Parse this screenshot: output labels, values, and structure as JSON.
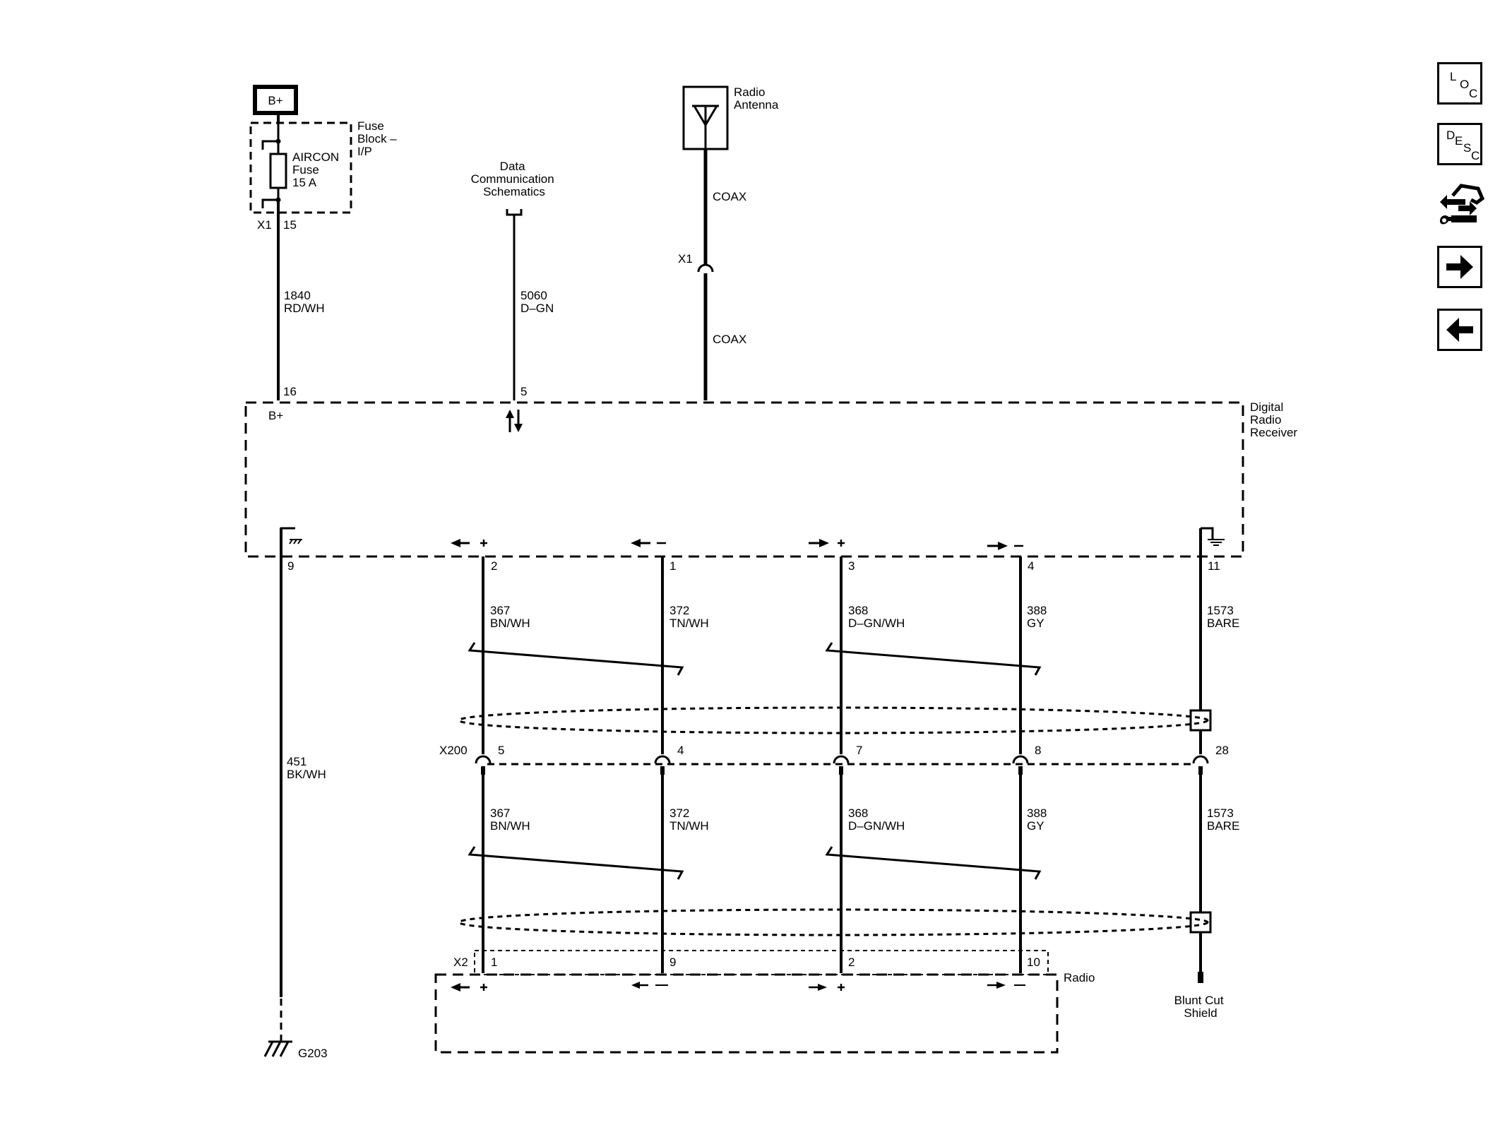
{
  "power": {
    "bplus_box": "B+",
    "fuse_block_label": [
      "Fuse",
      "Block –",
      "I/P"
    ],
    "fuse_label": [
      "AIRCON",
      "Fuse",
      "15 A"
    ],
    "connector": "X1",
    "pin_out": "15",
    "wire_number": "1840",
    "wire_color": "RD/WH",
    "pin_in": "16",
    "pin_function": "B+"
  },
  "data_comm": {
    "label": [
      "Data",
      "Communication",
      "Schematics"
    ],
    "wire_number": "5060",
    "wire_color": "D–GN",
    "pin": "5"
  },
  "antenna": {
    "label": [
      "Radio",
      "Antenna"
    ],
    "coax_upper": "COAX",
    "connector": "X1",
    "coax_lower": "COAX"
  },
  "receiver": {
    "label": [
      "Digital",
      "Radio",
      "Receiver"
    ]
  },
  "ground": {
    "pin": "9",
    "wire_number": "451",
    "wire_color": "BK/WH",
    "ground_id": "G203"
  },
  "signals": [
    {
      "top_pin": "2",
      "wire_number": "367",
      "wire_color": "BN/WH",
      "x200_pin": "5",
      "bottom_pin": "1",
      "polarity": "+"
    },
    {
      "top_pin": "1",
      "wire_number": "372",
      "wire_color": "TN/WH",
      "x200_pin": "4",
      "bottom_pin": "9",
      "polarity": "–"
    },
    {
      "top_pin": "3",
      "wire_number": "368",
      "wire_color": "D–GN/WH",
      "x200_pin": "7",
      "bottom_pin": "2",
      "polarity": "+"
    },
    {
      "top_pin": "4",
      "wire_number": "388",
      "wire_color": "GY",
      "x200_pin": "8",
      "bottom_pin": "10",
      "polarity": "–"
    }
  ],
  "shield": {
    "top_pin": "11",
    "wire_number": "1573",
    "wire_color": "BARE",
    "x200_pin": "28",
    "end_label": [
      "Blunt Cut",
      "Shield"
    ]
  },
  "inline_connector": "X200",
  "radio": {
    "connector": "X2",
    "label": "Radio"
  },
  "nav": {
    "loc": [
      "L",
      "O",
      "C"
    ],
    "desc": [
      "D",
      "E",
      "S",
      "C"
    ]
  }
}
